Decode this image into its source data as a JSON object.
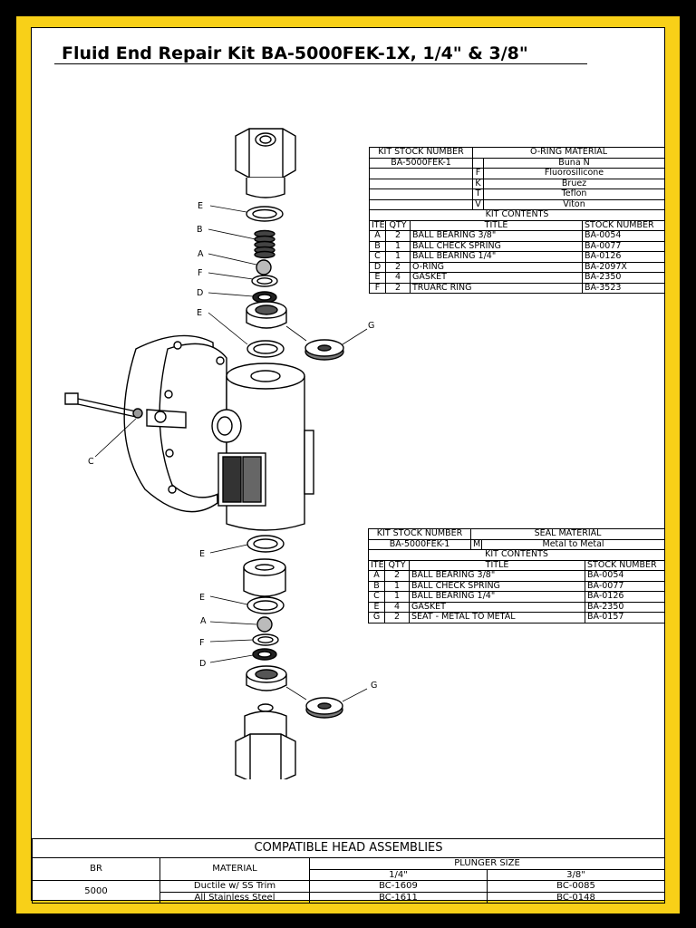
{
  "title": "Fluid End Repair Kit BA-5000FEK-1X, 1/4\" & 3/8\"",
  "oring_table": {
    "kit_stock_label": "KIT STOCK NUMBER",
    "material_label": "O-RING MATERIAL",
    "kit_stock_value": "BA-5000FEK-1",
    "materials": [
      {
        "code": "",
        "name": "Buna N"
      },
      {
        "code": "F",
        "name": "Fluorosilicone"
      },
      {
        "code": "K",
        "name": "Bruez"
      },
      {
        "code": "T",
        "name": "Teflon"
      },
      {
        "code": "V",
        "name": "Viton"
      }
    ],
    "contents_label": "KIT CONTENTS",
    "headers": [
      "ITEM",
      "QTY",
      "TITLE",
      "STOCK NUMBER"
    ],
    "rows": [
      {
        "item": "A",
        "qty": "2",
        "title": "BALL BEARING 3/8\"",
        "stock": "BA-0054"
      },
      {
        "item": "B",
        "qty": "1",
        "title": "BALL CHECK SPRING",
        "stock": "BA-0077"
      },
      {
        "item": "C",
        "qty": "1",
        "title": "BALL BEARING 1/4\"",
        "stock": "BA-0126"
      },
      {
        "item": "D",
        "qty": "2",
        "title": "O-RING",
        "stock": "BA-2097X"
      },
      {
        "item": "E",
        "qty": "4",
        "title": "GASKET",
        "stock": "BA-2350"
      },
      {
        "item": "F",
        "qty": "2",
        "title": "TRUARC RING",
        "stock": "BA-3523"
      }
    ]
  },
  "seal_table": {
    "kit_stock_label": "KIT STOCK NUMBER",
    "material_label": "SEAL MATERIAL",
    "kit_stock_value": "BA-5000FEK-1",
    "material_code": "M",
    "material_name": "Metal to Metal",
    "contents_label": "KIT CONTENTS",
    "headers": [
      "ITEM",
      "QTY",
      "TITLE",
      "STOCK NUMBER"
    ],
    "rows": [
      {
        "item": "A",
        "qty": "2",
        "title": "BALL BEARING 3/8\"",
        "stock": "BA-0054"
      },
      {
        "item": "B",
        "qty": "1",
        "title": "BALL CHECK SPRING",
        "stock": "BA-0077"
      },
      {
        "item": "C",
        "qty": "1",
        "title": "BALL BEARING 1/4\"",
        "stock": "BA-0126"
      },
      {
        "item": "E",
        "qty": "4",
        "title": "GASKET",
        "stock": "BA-2350"
      },
      {
        "item": "G",
        "qty": "2",
        "title": "SEAT - METAL TO METAL",
        "stock": "BA-0157"
      }
    ]
  },
  "compatible": {
    "title": "COMPATIBLE HEAD ASSEMBLIES",
    "br_label": "BR",
    "material_label": "MATERIAL",
    "plunger_label": "PLUNGER SIZE",
    "size_quarter": "1/4\"",
    "size_three_eighths": "3/8\"",
    "br_value": "5000",
    "rows": [
      {
        "material": "Ductile w/ SS Trim",
        "quarter": "BC-1609",
        "three_eighths": "BC-0085"
      },
      {
        "material": "All Stainless Steel",
        "quarter": "BC-1611",
        "three_eighths": "BC-0148"
      }
    ]
  },
  "callouts": {
    "e1": "E",
    "b": "B",
    "a1": "A",
    "f1": "F",
    "d1": "D",
    "e2": "E",
    "g1": "G",
    "c": "C",
    "e3": "E",
    "e4": "E",
    "a2": "A",
    "f2": "F",
    "d2": "D",
    "g2": "G"
  },
  "colors": {
    "frame": "#000000",
    "border": "#f8d018",
    "sheet": "#ffffff"
  }
}
